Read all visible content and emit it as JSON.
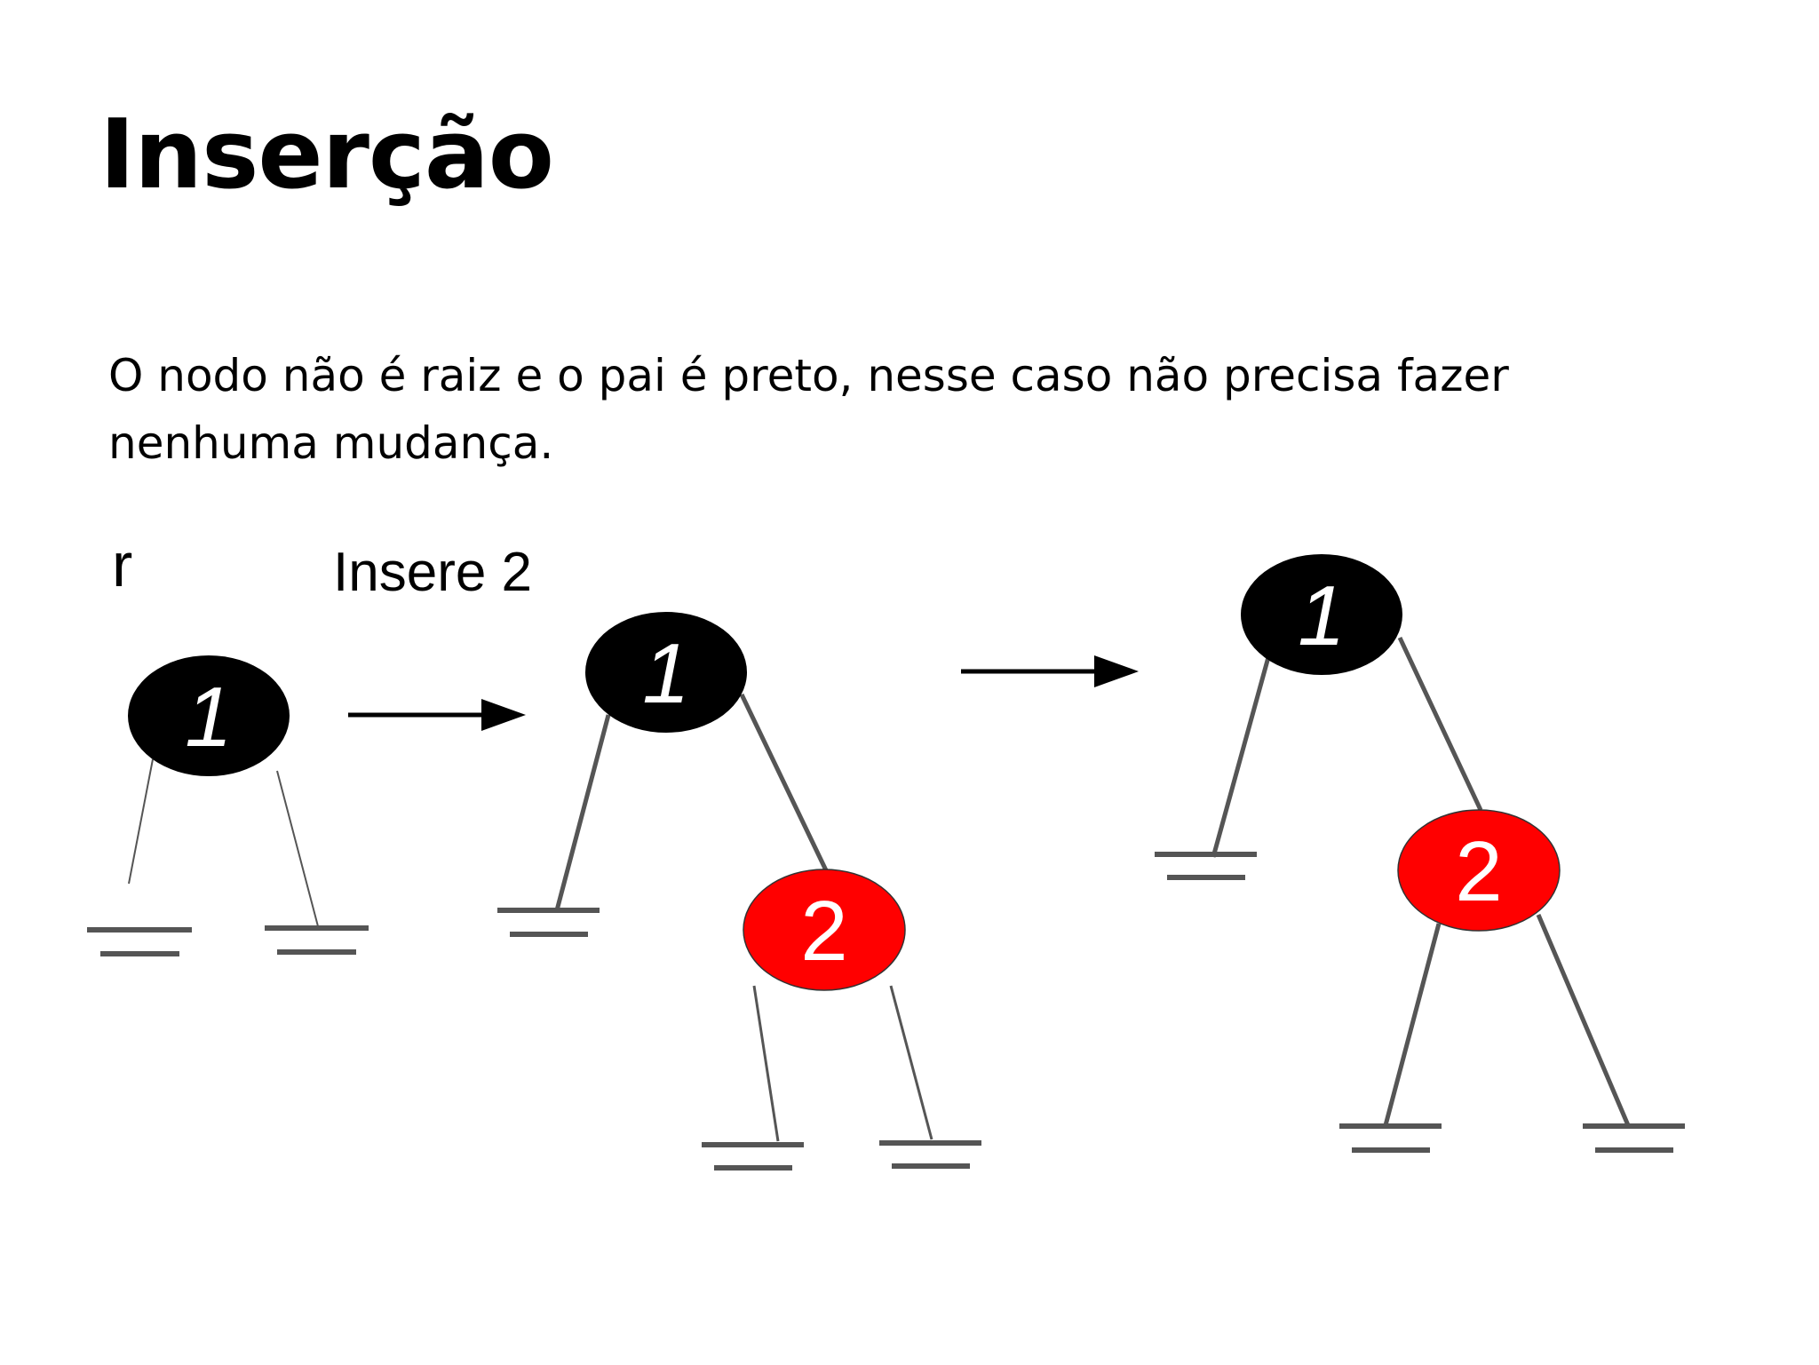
{
  "slide": {
    "title": "Inserção",
    "body": "O nodo não é raiz e o pai é preto, nesse caso não precisa fazer nenhuma mudança."
  },
  "diagram": {
    "root_label": "r",
    "step_label": "Insere 2",
    "colors": {
      "black_node": "#000000",
      "red_node": "#ff0000",
      "node_text": "#ffffff",
      "edge": "#555555",
      "arrow": "#000000"
    },
    "trees": [
      {
        "nodes": [
          {
            "key": "1",
            "color": "black"
          }
        ]
      },
      {
        "nodes": [
          {
            "key": "1",
            "color": "black"
          },
          {
            "key": "2",
            "color": "red"
          }
        ]
      },
      {
        "nodes": [
          {
            "key": "1",
            "color": "black"
          },
          {
            "key": "2",
            "color": "red"
          }
        ]
      }
    ]
  }
}
